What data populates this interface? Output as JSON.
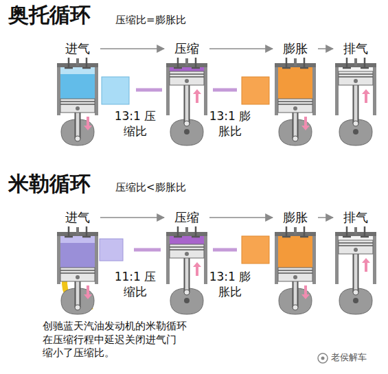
{
  "diagram": {
    "nodes": [
      {
        "text": [
          "进气"
        ]
      },
      {
        "text": [
          "压缩"
        ]
      },
      {
        "text": [
          "膨胀"
        ]
      },
      {
        "text": [
          "排气"
        ]
      },
      {
        "text": [
          "进气"
        ]
      },
      {
        "text": [
          "压缩"
        ]
      },
      {
        "text": [
          "膨胀"
        ]
      },
      {
        "text": [
          "排气"
        ]
      }
    ],
    "edges": [
      {
        "from": 0,
        "to": 1,
        "arrow": "to"
      },
      {
        "from": 1,
        "to": 2,
        "arrow": "to"
      },
      {
        "from": 2,
        "to": 3,
        "arrow": "to"
      },
      {
        "from": 4,
        "to": 5,
        "arrow": "to"
      },
      {
        "from": 5,
        "to": 6,
        "arrow": "to"
      },
      {
        "from": 6,
        "to": 7,
        "arrow": "to"
      }
    ],
    "labels": [
      "奥托循环",
      "压缩比=膨胀比",
      "13:1 压缩比",
      "13:1 膨胀比",
      "米勒循环",
      "压缩比<膨胀比",
      "11:1 压缩比",
      "13:1 膨胀比",
      "创驰蓝天汽油发动机的米勒循环 在压缩行程中延迟关闭进气门 缩小了压缩比。",
      "老侯解车"
    ]
  }
}
